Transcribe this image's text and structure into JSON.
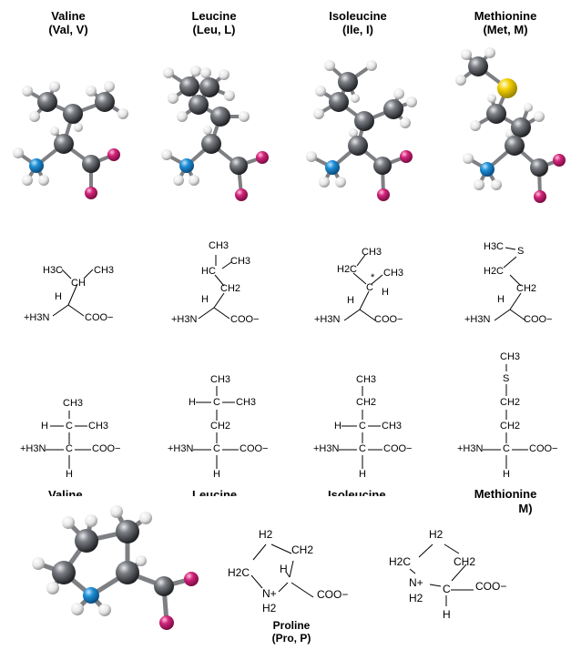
{
  "amino_acids": [
    {
      "name": "Valine",
      "abbr": "(Val, V)"
    },
    {
      "name": "Leucine",
      "abbr": "(Leu, L)"
    },
    {
      "name": "Isoleucine",
      "abbr": "(Ile, I)"
    },
    {
      "name": "Methionine",
      "abbr": "(Met, M)"
    }
  ],
  "cut_labels": [
    "Valine",
    "Leucine",
    "Isoleucine",
    "Methionine"
  ],
  "cut_met_abbr": "M)",
  "formula": {
    "val": {
      "ch3a": "H3C",
      "ch": "CH",
      "ch3b": "CH3"
    },
    "leu": {
      "ch3a": "CH3",
      "hc": "HC",
      "ch3b": "CH3",
      "ch2": "CH2"
    },
    "ile": {
      "ch3": "CH3",
      "h2c": "H2C",
      "star": "*",
      "c": "C",
      "ch3b": "CH3",
      "h": "H"
    },
    "met": {
      "h3c": "H3C",
      "s": "S",
      "h2c": "H2C",
      "ch2": "CH2"
    },
    "common": {
      "h": "H",
      "amine": "+H3N",
      "carboxylate": "COO−"
    }
  },
  "fischer": {
    "val": [
      "CH3",
      "H",
      "C",
      "CH3"
    ],
    "leu": [
      "CH3",
      "H",
      "C",
      "CH3",
      "CH2"
    ],
    "ile": [
      "CH3",
      "CH2",
      "H",
      "C",
      "CH3"
    ],
    "met": [
      "CH3",
      "S",
      "CH2",
      "CH2"
    ],
    "common": {
      "amine": "+H3N",
      "c": "C",
      "carboxylate": "COO−",
      "h": "H"
    }
  },
  "proline": {
    "name": "Proline",
    "abbr": "(Pro, P)",
    "h2_top": "H2",
    "ch2": "CH2",
    "h2c": "H2C",
    "h": "H",
    "nh": "N+",
    "h2_bottom": "H2",
    "coo": "COO−",
    "fischer_h2_top": "H2",
    "fischer_h2c": "H2C",
    "fischer_ch2": "CH2",
    "fischer_n": "N+",
    "fischer_h2": "H2",
    "fischer_c": "C",
    "fischer_coo": "COO−",
    "fischer_h": "H"
  },
  "colors": {
    "carbon": "#3a3d42",
    "hydrogen": "#f2f2f2",
    "nitrogen": "#1d8fd6",
    "oxygen": "#d2247a",
    "sulfur": "#f3d000"
  }
}
